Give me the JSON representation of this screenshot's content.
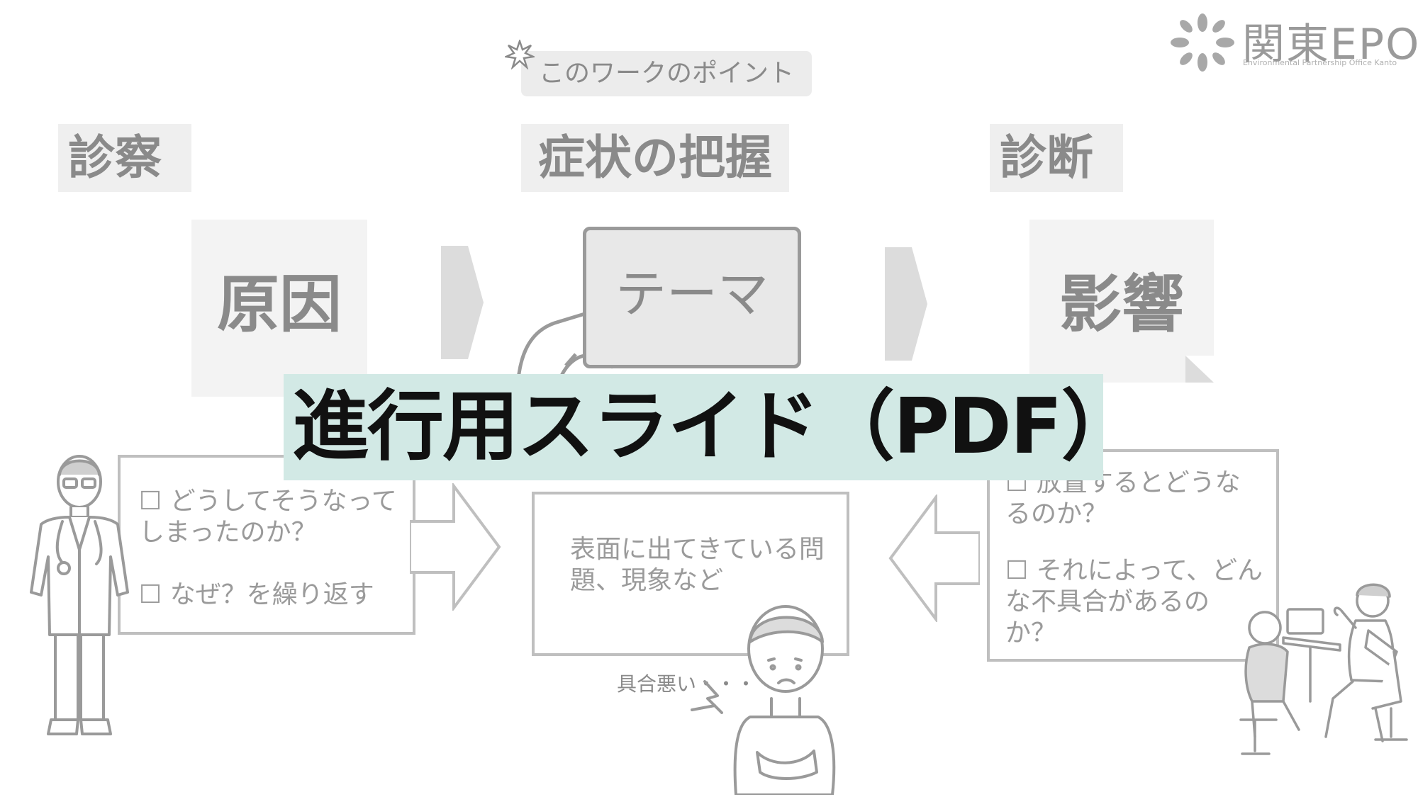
{
  "logo": {
    "name": "関東EPO",
    "tagline": "Environmental Partnership Office Kanto"
  },
  "point_label": "このワークのポイント",
  "headers": {
    "left": "診察",
    "middle": "症状の把握",
    "right": "診断"
  },
  "cards": {
    "cause": "原因",
    "theme": "テーマ",
    "effect": "影響"
  },
  "left_box": {
    "item1": "☐ どうしてそうなって\nしまったのか？",
    "item2": "☐ なぜ？を繰り返す"
  },
  "middle_box": {
    "text": "表面に出てきている問\n題、現象など"
  },
  "right_box": {
    "item1": "☐ 放置するとどうな\nるのか？",
    "item2": "☐ それによって、どん\nな不具合があるの\nか？"
  },
  "patient_caption": "具合悪い・・・",
  "banner": {
    "title": "進行用スライド（PDF）",
    "background": "#d2e9e5"
  }
}
